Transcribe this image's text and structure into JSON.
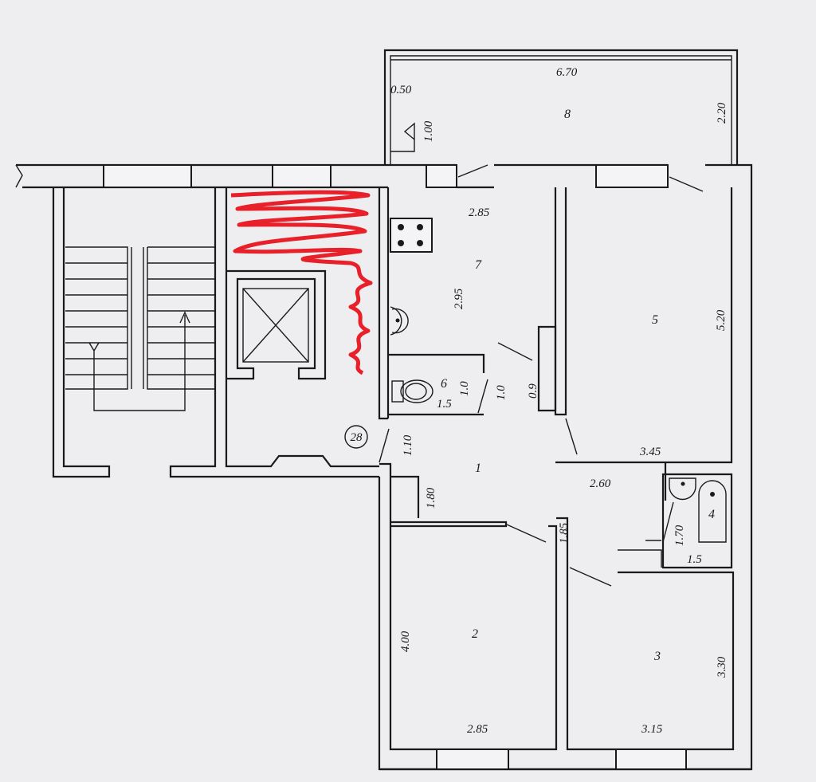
{
  "plan": {
    "apartment_number": "28",
    "colors": {
      "paper": "#eeeef0",
      "lines": "#1a1a1a",
      "markup": "#e8202a"
    },
    "rooms": [
      {
        "number": "1",
        "dims": [
          "2.60",
          "1.80",
          "1.10",
          "1.85"
        ]
      },
      {
        "number": "2",
        "dims": [
          "4.00",
          "2.85"
        ]
      },
      {
        "number": "3",
        "dims": [
          "3.30",
          "3.15"
        ]
      },
      {
        "number": "4",
        "dims": [
          "1.70",
          "1.5"
        ]
      },
      {
        "number": "5",
        "dims": [
          "5.20",
          "3.45"
        ]
      },
      {
        "number": "6",
        "dims": [
          "1.0",
          "1.5"
        ]
      },
      {
        "number": "7",
        "dims": [
          "2.85",
          "2.95",
          "1.0",
          "0.9"
        ]
      },
      {
        "number": "8",
        "dims": [
          "6.70",
          "2.20",
          "0.50",
          "1.00"
        ]
      }
    ]
  }
}
